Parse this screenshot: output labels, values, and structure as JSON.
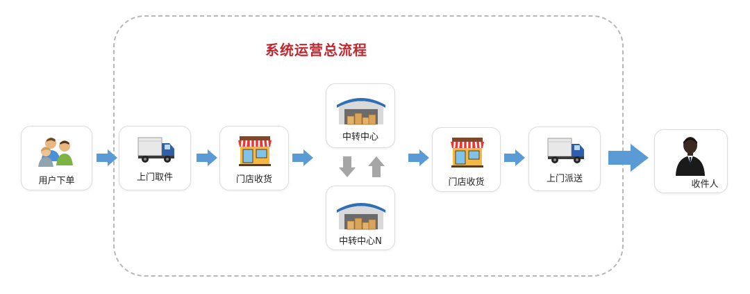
{
  "title": "系统运营总流程",
  "nodes": {
    "user_order": "用户下单",
    "pickup": "上门取件",
    "store_receive_1": "门店收货",
    "transit_center": "中转中心",
    "transit_center_n": "中转中心N",
    "store_receive_2": "门店收货",
    "delivery": "上门派送",
    "recipient": "收件人"
  },
  "colors": {
    "arrow": "#5b9bd5",
    "arrow_vertical": "#a6a6a6",
    "title": "#c1272d",
    "boundary": "#b7b7b7"
  }
}
